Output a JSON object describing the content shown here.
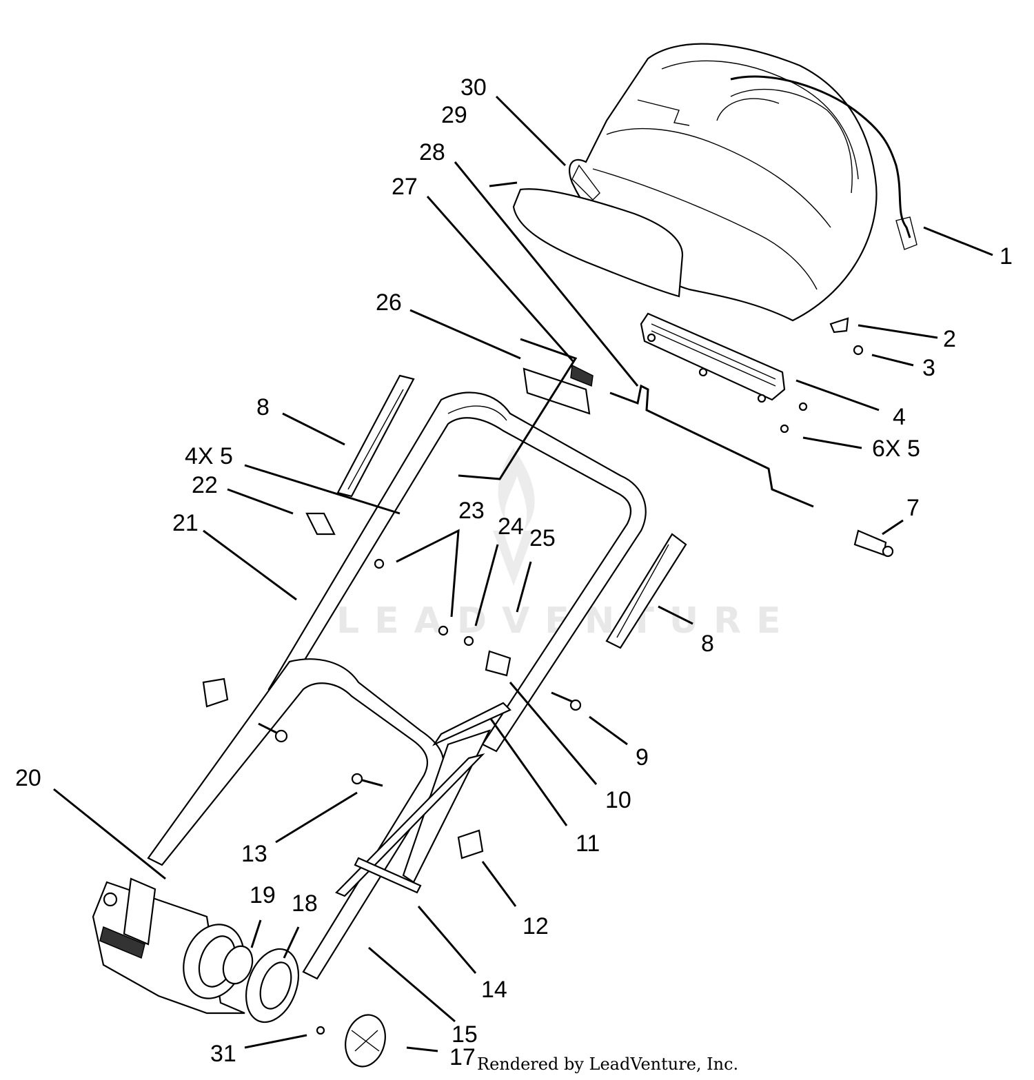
{
  "watermark_text": "LEADVENTURE",
  "credit": "Rendered by LeadVenture, Inc.",
  "callouts": [
    {
      "id": "1",
      "label": "1"
    },
    {
      "id": "2",
      "label": "2"
    },
    {
      "id": "3",
      "label": "3"
    },
    {
      "id": "4",
      "label": "4"
    },
    {
      "id": "6x5",
      "label": "6X 5"
    },
    {
      "id": "7",
      "label": "7"
    },
    {
      "id": "8a",
      "label": "8"
    },
    {
      "id": "8b",
      "label": "8"
    },
    {
      "id": "4x5",
      "label": "4X 5"
    },
    {
      "id": "9",
      "label": "9"
    },
    {
      "id": "10",
      "label": "10"
    },
    {
      "id": "11",
      "label": "11"
    },
    {
      "id": "12",
      "label": "12"
    },
    {
      "id": "13",
      "label": "13"
    },
    {
      "id": "14",
      "label": "14"
    },
    {
      "id": "15",
      "label": "15"
    },
    {
      "id": "17",
      "label": "17"
    },
    {
      "id": "18",
      "label": "18"
    },
    {
      "id": "19",
      "label": "19"
    },
    {
      "id": "20",
      "label": "20"
    },
    {
      "id": "21",
      "label": "21"
    },
    {
      "id": "22",
      "label": "22"
    },
    {
      "id": "23",
      "label": "23"
    },
    {
      "id": "24",
      "label": "24"
    },
    {
      "id": "25",
      "label": "25"
    },
    {
      "id": "26",
      "label": "26"
    },
    {
      "id": "27",
      "label": "27"
    },
    {
      "id": "28",
      "label": "28"
    },
    {
      "id": "29",
      "label": "29"
    },
    {
      "id": "30",
      "label": "30"
    },
    {
      "id": "31",
      "label": "31"
    }
  ]
}
